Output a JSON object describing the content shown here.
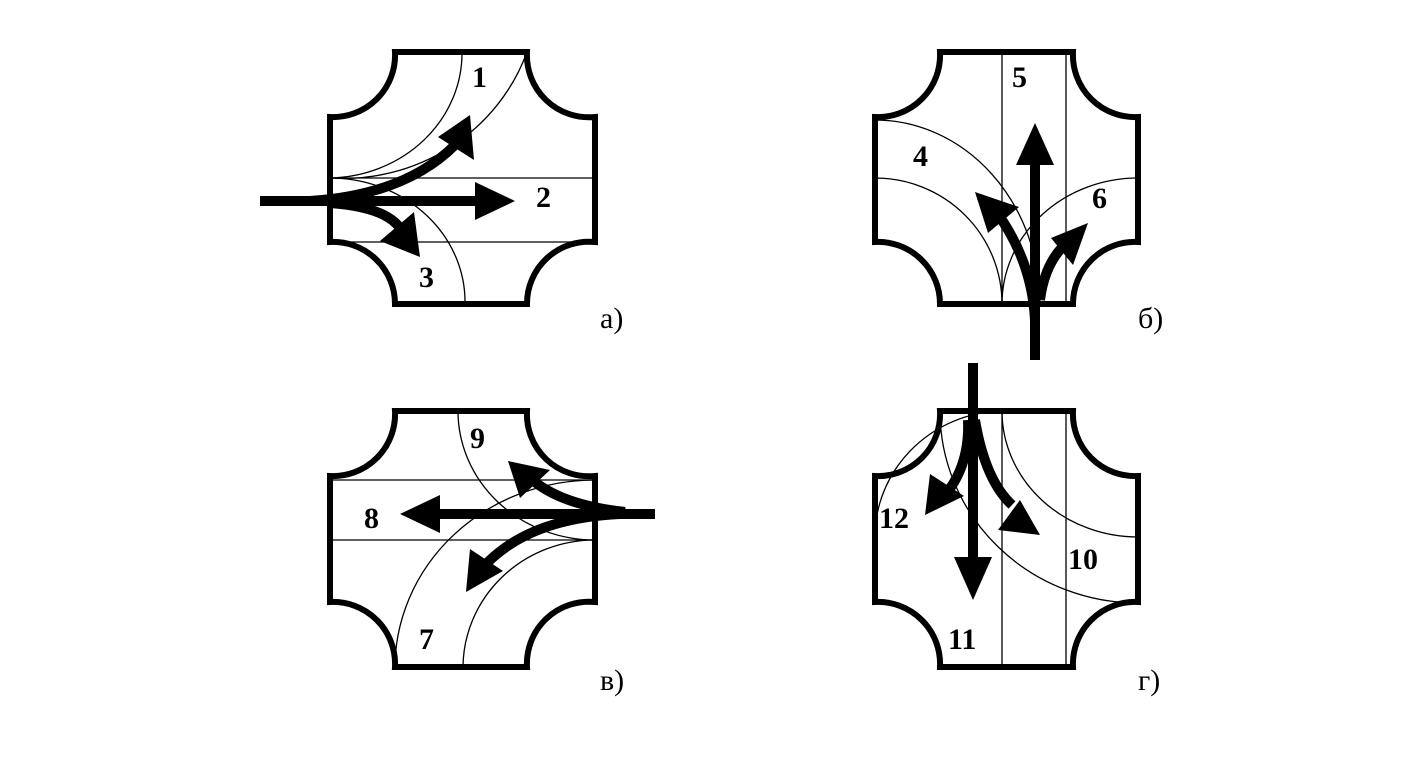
{
  "panels": {
    "a": {
      "caption": "а)",
      "labels": [
        "1",
        "2",
        "3"
      ]
    },
    "b": {
      "caption": "б)",
      "labels": [
        "5",
        "4",
        "6"
      ]
    },
    "v": {
      "caption": "в)",
      "labels": [
        "9",
        "8",
        "7"
      ]
    },
    "g": {
      "caption": "г)",
      "labels": [
        "12",
        "10",
        "11"
      ]
    }
  }
}
